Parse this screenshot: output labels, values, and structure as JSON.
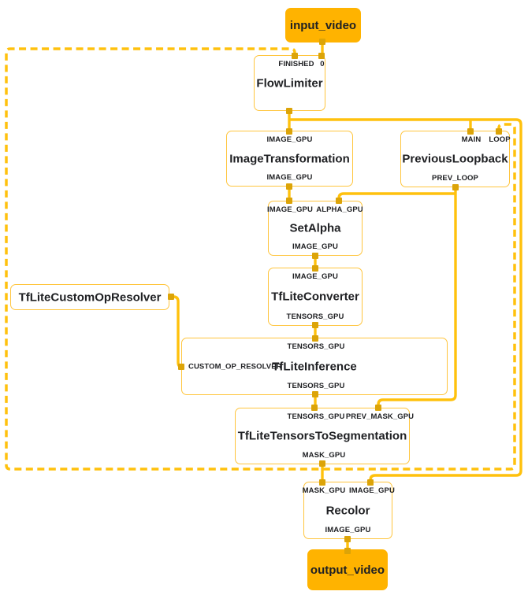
{
  "colors": {
    "edge": "#FFC10D",
    "port_connector": "#DCA408",
    "node_border": "#FFC53D",
    "io_fill": "#FFB300",
    "text": "#202124",
    "background": "#FFFFFF"
  },
  "graph": {
    "io_nodes": {
      "input": {
        "label": "input_video"
      },
      "output": {
        "label": "output_video"
      }
    },
    "nodes": {
      "flow_limiter": {
        "title": "FlowLimiter",
        "port_finished": "FINISHED",
        "port_0": "0"
      },
      "image_transformation": {
        "title": "ImageTransformation",
        "port_in": "IMAGE_GPU",
        "port_out": "IMAGE_GPU"
      },
      "previous_loopback": {
        "title": "PreviousLoopback",
        "port_main": "MAIN",
        "port_loop": "LOOP",
        "port_out": "PREV_LOOP"
      },
      "set_alpha": {
        "title": "SetAlpha",
        "port_image": "IMAGE_GPU",
        "port_alpha": "ALPHA_GPU",
        "port_out": "IMAGE_GPU"
      },
      "tflite_converter": {
        "title": "TfLiteConverter",
        "port_in": "IMAGE_GPU",
        "port_out": "TENSORS_GPU"
      },
      "tflite_custom_op_resolver": {
        "title": "TfLiteCustomOpResolver"
      },
      "tflite_inference": {
        "title": "TfLiteInference",
        "port_in": "TENSORS_GPU",
        "port_side": "CUSTOM_OP_RESOLVER",
        "port_out": "TENSORS_GPU"
      },
      "tflite_tensors_to_segmentation": {
        "title": "TfLiteTensorsToSegmentation",
        "port_tensors": "TENSORS_GPU",
        "port_prev_mask": "PREV_MASK_GPU",
        "port_out": "MASK_GPU"
      },
      "recolor": {
        "title": "Recolor",
        "port_mask": "MASK_GPU",
        "port_image": "IMAGE_GPU",
        "port_out": "IMAGE_GPU"
      }
    }
  }
}
